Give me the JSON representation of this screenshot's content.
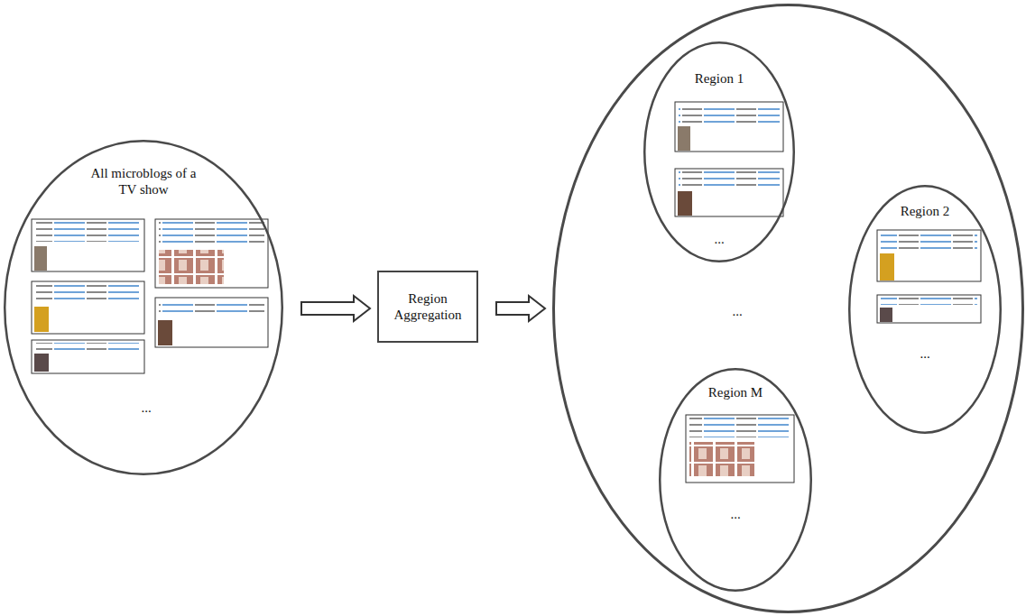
{
  "diagram": {
    "nodes": [
      {
        "text": [
          "All microblogs of a TV show",
          "..."
        ]
      },
      {
        "text": [
          "Region Aggregation"
        ]
      },
      {
        "text": [
          "..."
        ]
      },
      {
        "text": [
          "Region 1",
          "..."
        ],
        "in": 2
      },
      {
        "text": [
          "Region 2",
          "..."
        ],
        "in": 2
      },
      {
        "text": [
          "Region M",
          "..."
        ],
        "in": 2
      }
    ],
    "edges": [
      {
        "from": 0,
        "to": 1,
        "arrow": "to"
      },
      {
        "from": 1,
        "to": 2,
        "arrow": "to"
      }
    ]
  }
}
